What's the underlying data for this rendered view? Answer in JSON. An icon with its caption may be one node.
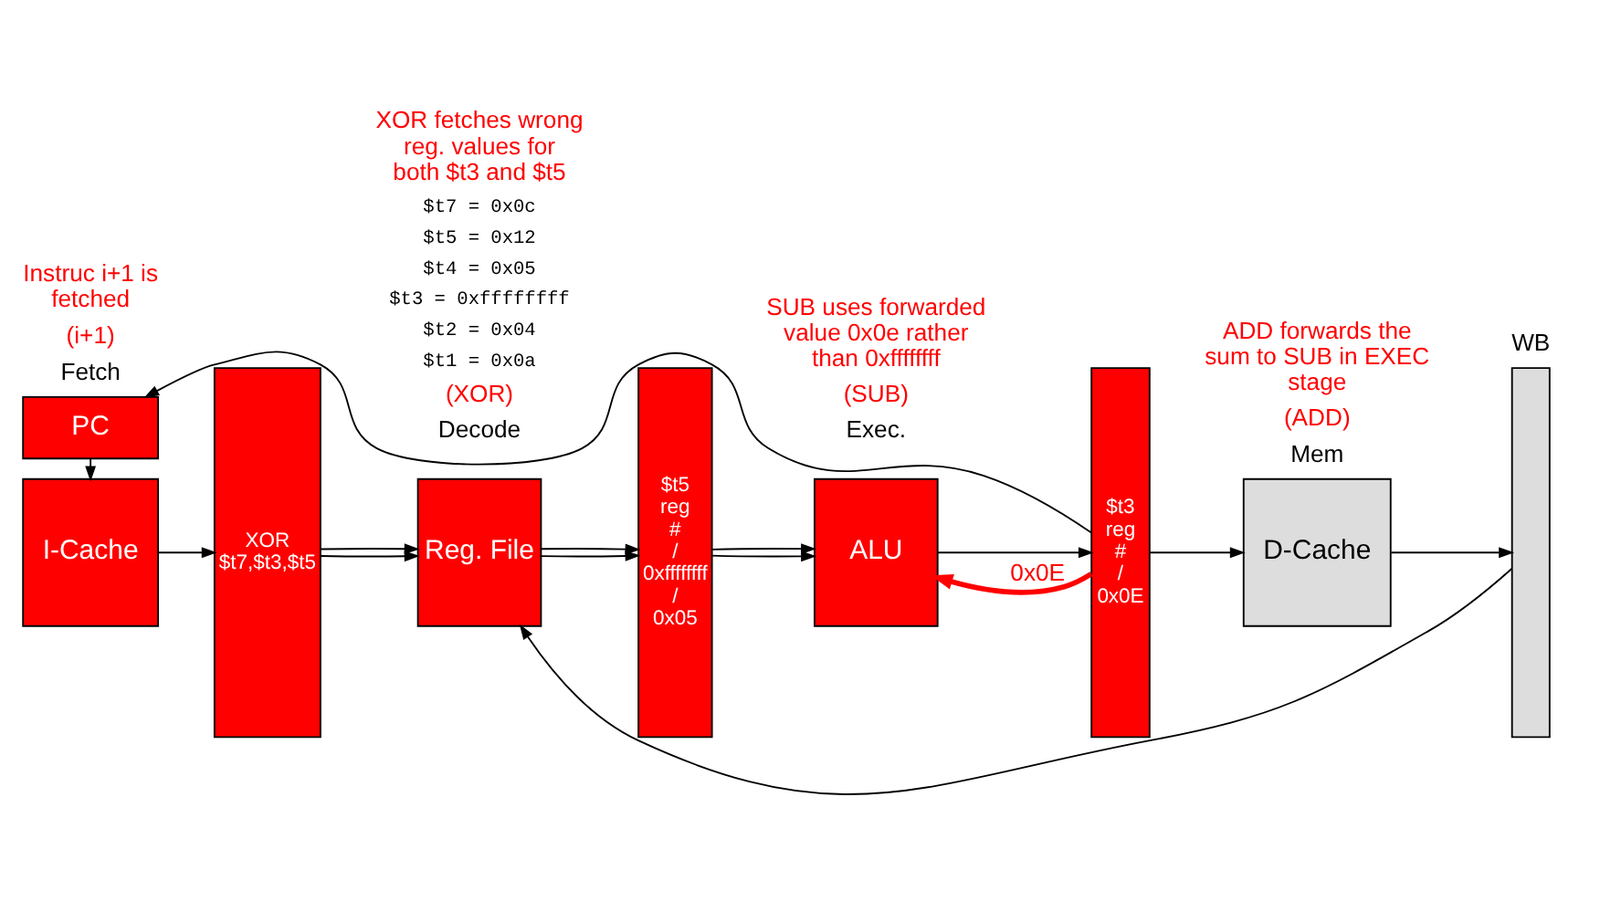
{
  "diagram": {
    "nodes": [
      {
        "text": [
          "PC"
        ]
      },
      {
        "text": [
          "I-Cache"
        ]
      },
      {
        "text": [
          "XOR  $t7,$t3,$t5"
        ]
      },
      {
        "text": [
          "Reg. File"
        ]
      },
      {
        "text": [
          "$t5 reg # / 0xffffffff / 0x05"
        ]
      },
      {
        "text": [
          "ALU"
        ]
      },
      {
        "text": [
          "$t3 reg # / 0x0E"
        ]
      },
      {
        "text": [
          "D-Cache"
        ]
      },
      {
        "text": [],
        "shape": "bar"
      }
    ],
    "edges": [
      {
        "from": 6,
        "to": 0,
        "arrow": "to"
      },
      {
        "from": 0,
        "to": 1,
        "arrow": "to"
      },
      {
        "from": 1,
        "to": 2,
        "arrow": "to"
      },
      {
        "from": 2,
        "to": 3,
        "arrow": "to"
      },
      {
        "from": 2,
        "to": 3,
        "arrow": "to"
      },
      {
        "from": 3,
        "to": 4,
        "arrow": "to"
      },
      {
        "from": 3,
        "to": 4,
        "arrow": "to"
      },
      {
        "from": 4,
        "to": 5,
        "arrow": "to"
      },
      {
        "from": 4,
        "to": 5,
        "arrow": "to"
      },
      {
        "from": 6,
        "to": 5,
        "arrow": "to",
        "label": "0x0E",
        "style": "thick",
        "color": "#ff0000"
      },
      {
        "from": 5,
        "to": 6,
        "arrow": "to"
      },
      {
        "from": 6,
        "to": 7,
        "arrow": "to"
      },
      {
        "from": 7,
        "to": 8,
        "arrow": "to"
      },
      {
        "from": 8,
        "to": 3,
        "arrow": "to"
      }
    ],
    "labels": [
      "Fetch",
      "(i+1)",
      "Decode",
      "(XOR)",
      "Exec.",
      "(SUB)",
      "Mem",
      "(ADD)",
      "WB",
      "$t1 = 0x0a",
      "$t2 = 0x04",
      "$t3 = 0xffffffff",
      "$t4 = 0x05",
      "$t5 = 0x12",
      "$t7 = 0x0c",
      "Instruc i+1 is fetched",
      "XOR fetches wrong reg. values for both $t3 and $t5",
      "SUB uses forwarded value 0x0e rather than 0xffffffff",
      "ADD forwards the sum to SUB in EXEC stage"
    ]
  }
}
